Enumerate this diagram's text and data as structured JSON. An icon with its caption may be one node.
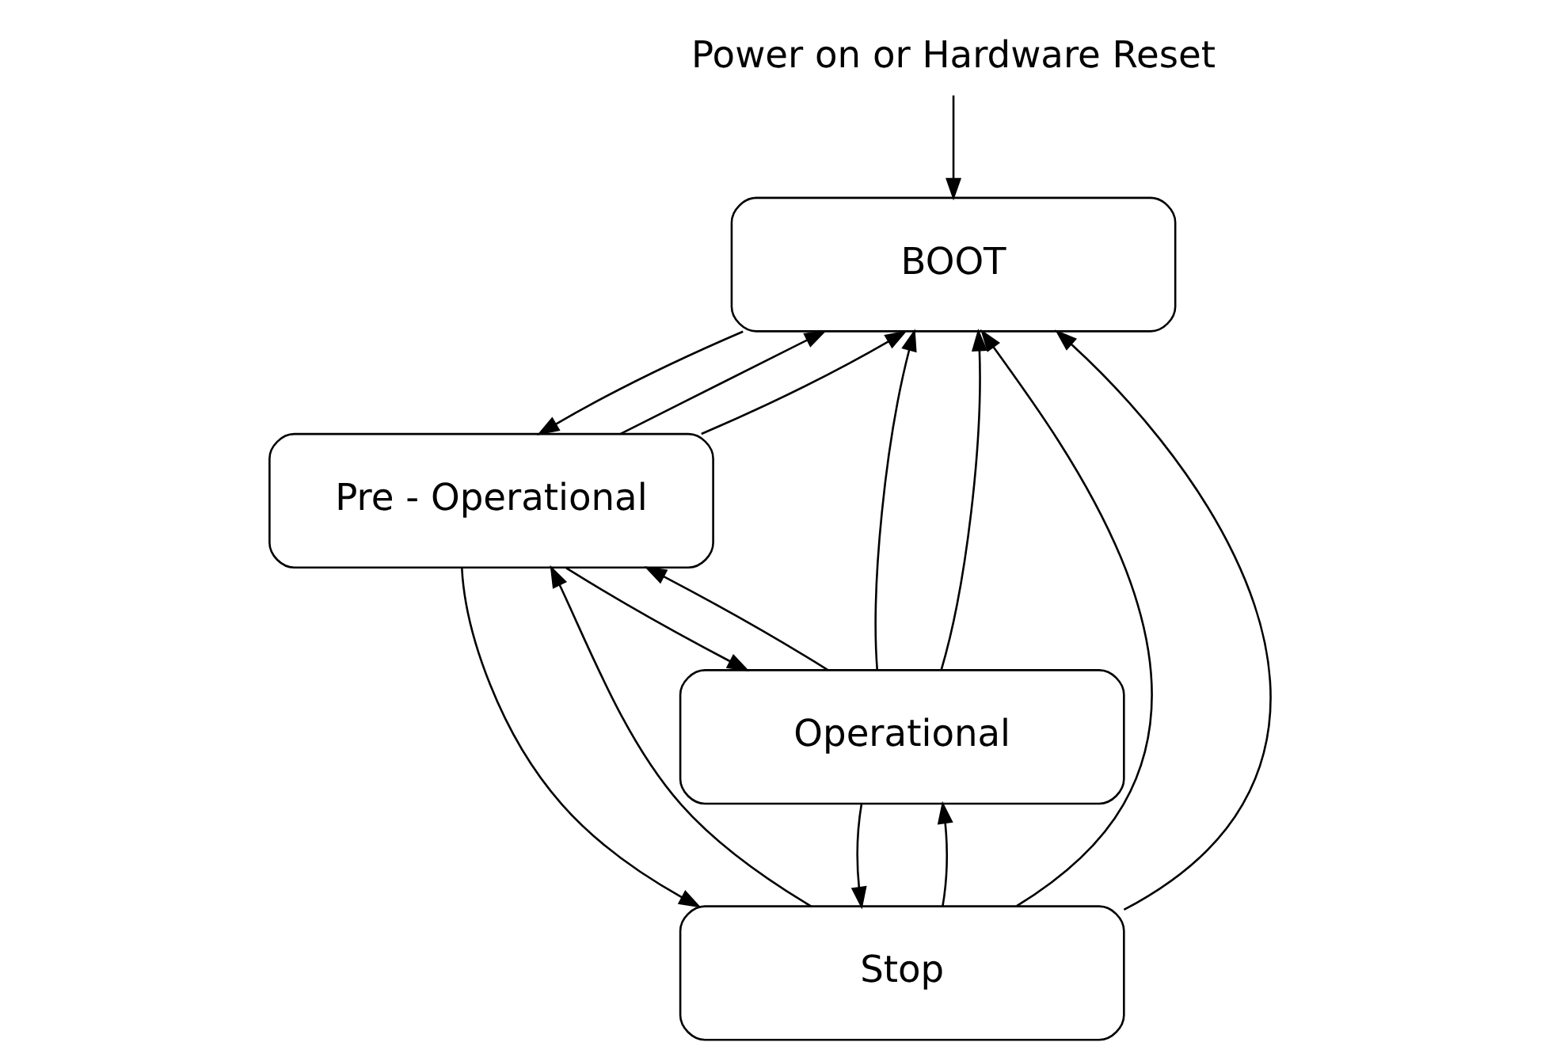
{
  "diagram": {
    "nodes": [
      {
        "text": [
          "Power on or Hardware Reset"
        ]
      },
      {
        "text": [
          "BOOT"
        ]
      },
      {
        "text": [
          "Pre - Operational"
        ]
      },
      {
        "text": [
          "Stop"
        ]
      },
      {
        "text": [
          "Operational"
        ]
      }
    ],
    "edges": [
      {
        "from": 0,
        "to": 1,
        "arrow": "to"
      },
      {
        "from": 1,
        "to": 2,
        "arrow": "to"
      },
      {
        "from": 2,
        "to": 1,
        "arrow": "to"
      },
      {
        "from": 2,
        "to": 1,
        "arrow": "to"
      },
      {
        "from": 3,
        "to": 1,
        "arrow": "to"
      },
      {
        "from": 3,
        "to": 1,
        "arrow": "to"
      },
      {
        "from": 4,
        "to": 1,
        "arrow": "to"
      },
      {
        "from": 4,
        "to": 1,
        "arrow": "to"
      },
      {
        "from": 2,
        "to": 4,
        "arrow": "to"
      },
      {
        "from": 4,
        "to": 2,
        "arrow": "to"
      },
      {
        "from": 2,
        "to": 3,
        "arrow": "to"
      },
      {
        "from": 3,
        "to": 2,
        "arrow": "to"
      },
      {
        "from": 3,
        "to": 4,
        "arrow": "to"
      },
      {
        "from": 4,
        "to": 3,
        "arrow": "to"
      }
    ]
  }
}
